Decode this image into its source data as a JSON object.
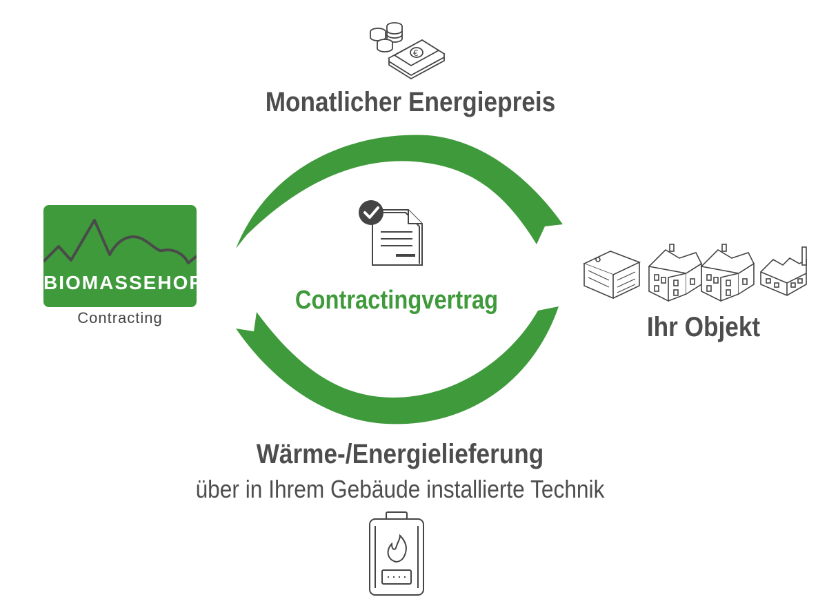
{
  "top": {
    "title": "Monatlicher Energiepreis",
    "icon": "money-icon"
  },
  "center": {
    "label": "Contractingvertrag",
    "icon": "contract-document-check-icon"
  },
  "left": {
    "logo_name": "BIOMASSEHOF",
    "logo_subtitle": "Contracting"
  },
  "right": {
    "title": "Ihr Objekt",
    "icon": "buildings-icon"
  },
  "bottom": {
    "title": "Wärme-/Energielieferung",
    "subtitle": "über in Ihrem Gebäude installierte Technik",
    "icon": "boiler-icon"
  },
  "colors": {
    "accent_green": "#3f9a3b",
    "text_dark": "#4d4d4d",
    "icon_stroke": "#444444"
  }
}
